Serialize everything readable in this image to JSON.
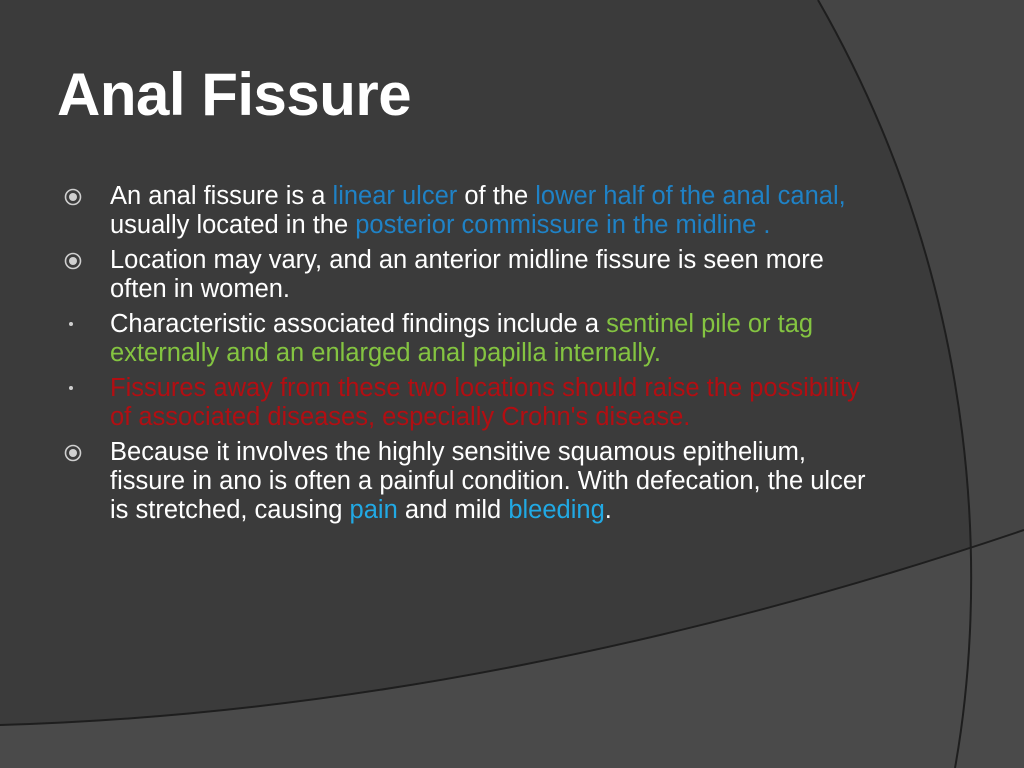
{
  "slide": {
    "title": "Anal Fissure",
    "bullets": [
      {
        "marker": "circle-target-icon",
        "segments": [
          {
            "text": "An anal fissure is a ",
            "tone": "white"
          },
          {
            "text": "linear ulcer",
            "tone": "blue"
          },
          {
            "text": " of the ",
            "tone": "white"
          },
          {
            "text": "lower half of the anal canal,",
            "tone": "blue"
          },
          {
            "text": " usually located in the ",
            "tone": "white"
          },
          {
            "text": "posterior commissure in the midline .",
            "tone": "blue"
          }
        ]
      },
      {
        "marker": "circle-target-icon",
        "segments": [
          {
            "text": "Location may vary, and an anterior midline fissure is seen more often in women.",
            "tone": "white"
          }
        ]
      },
      {
        "marker": "small-dot-icon",
        "segments": [
          {
            "text": "Characteristic associated findings include a ",
            "tone": "white"
          },
          {
            "text": "sentinel pile or tag externally and an enlarged anal papilla internally.",
            "tone": "green"
          }
        ]
      },
      {
        "marker": "small-dot-icon",
        "segments": [
          {
            "text": " Fissures away from these two locations should raise the possibility of associated diseases, especially Crohn's disease.",
            "tone": "red"
          }
        ]
      },
      {
        "marker": "circle-target-icon",
        "segments": [
          {
            "text": "Because it involves the highly sensitive squamous epithelium, fissure in ano is often a painful condition. With defecation, the ulcer is stretched, causing ",
            "tone": "white"
          },
          {
            "text": "pain",
            "tone": "cyan"
          },
          {
            "text": " and mild ",
            "tone": "white"
          },
          {
            "text": "bleeding",
            "tone": "cyan"
          },
          {
            "text": ".",
            "tone": "white"
          }
        ]
      }
    ]
  },
  "colors": {
    "background": "#3b3b3b",
    "background_light": "#4a4a4a",
    "curve_line": "#1e1e1e",
    "title": "#ffffff",
    "body_text": "#ffffff",
    "highlight_blue": "#1f82c6",
    "highlight_cyan": "#21a9e4",
    "highlight_green": "#84c441",
    "highlight_red": "#b20e12",
    "bullet_marker": "#cfcfcf"
  }
}
